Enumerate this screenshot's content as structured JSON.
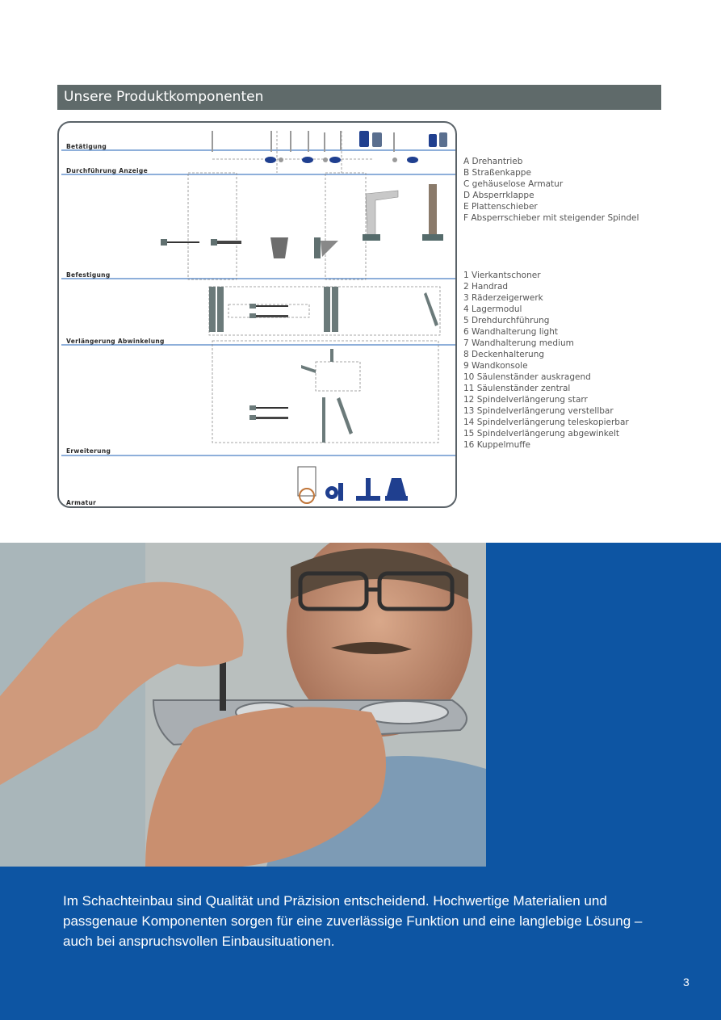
{
  "header": {
    "title": "Unsere Produktkomponenten"
  },
  "diagram": {
    "sections": [
      "Betätigung",
      "Durchführung Anzeige",
      "Befestigung",
      "Verlängerung Abwinkelung",
      "Erweiterung",
      "Armatur"
    ]
  },
  "legend_letters": [
    "A Drehantrieb",
    "B Straßenkappe",
    "C gehäuselose Armatur",
    "D Absperrklappe",
    "E Plattenschieber",
    "F Absperrschieber mit steigender Spindel"
  ],
  "legend_numbers": [
    "1 Vierkantschoner",
    "2 Handrad",
    "3 Räderzeigerwerk",
    "4 Lagermodul",
    "5 Drehdurchführung",
    "6 Wandhalterung light",
    "7 Wandhalterung medium",
    "8 Deckenhalterung",
    "9 Wandkonsole",
    "10 Säulenständer auskragend",
    "11 Säulenständer zentral",
    "12 Spindelverlängerung starr",
    "13 Spindelverlängerung verstellbar",
    "14 Spindelverlängerung teleskopierbar",
    "15 Spindelverlängerung abgewinkelt",
    "16 Kuppelmuffe"
  ],
  "caption": "Im Schachteinbau sind Qualität und Präzision entscheidend. Hochwertige Materialien und passgenaue Komponenten sorgen für eine zuverlässige Funktion und eine langlebige Lösung – auch bei anspruchsvollen Einbausituationen.",
  "page_number": "3",
  "colors": {
    "title_bar": "#5f6a6a",
    "brand_blue": "#0d55a3",
    "section_line": "#4a7fc4"
  }
}
